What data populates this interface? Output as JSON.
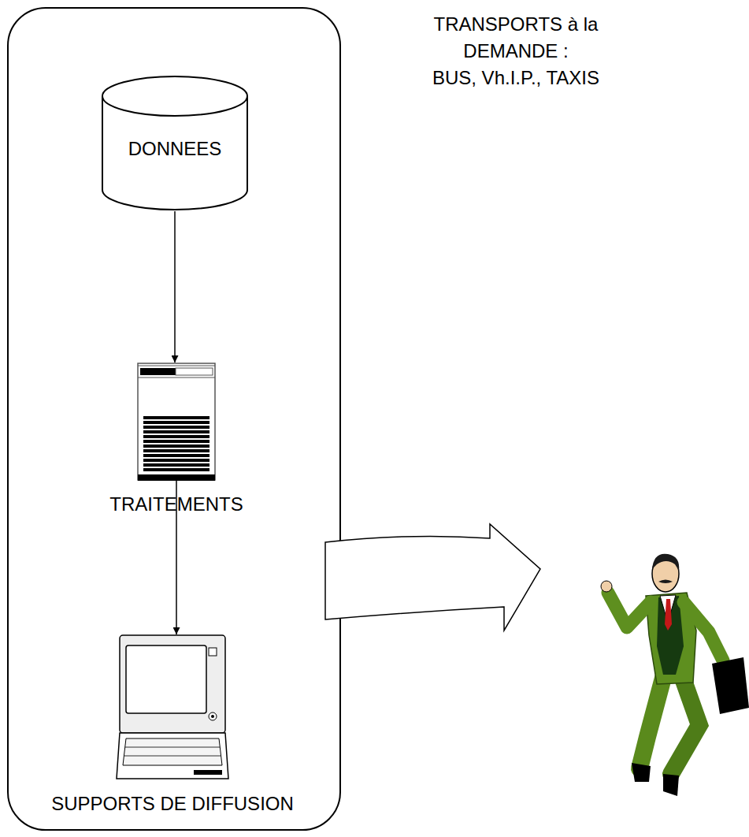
{
  "diagram": {
    "nodes": [
      {
        "text": [
          "DONNEES"
        ]
      },
      {
        "text": [
          "TRAITEMENTS"
        ]
      },
      {
        "text": [
          "SUPPORTS DE DIFFUSION"
        ]
      }
    ],
    "edges": [
      {
        "from": 0,
        "to": 1,
        "arrow": "to"
      },
      {
        "from": 1,
        "to": 2,
        "arrow": "to"
      }
    ],
    "labels": [
      "TRANSPORTS à la DEMANDE :",
      "BUS, Vh.I.P., TAXIS"
    ]
  }
}
